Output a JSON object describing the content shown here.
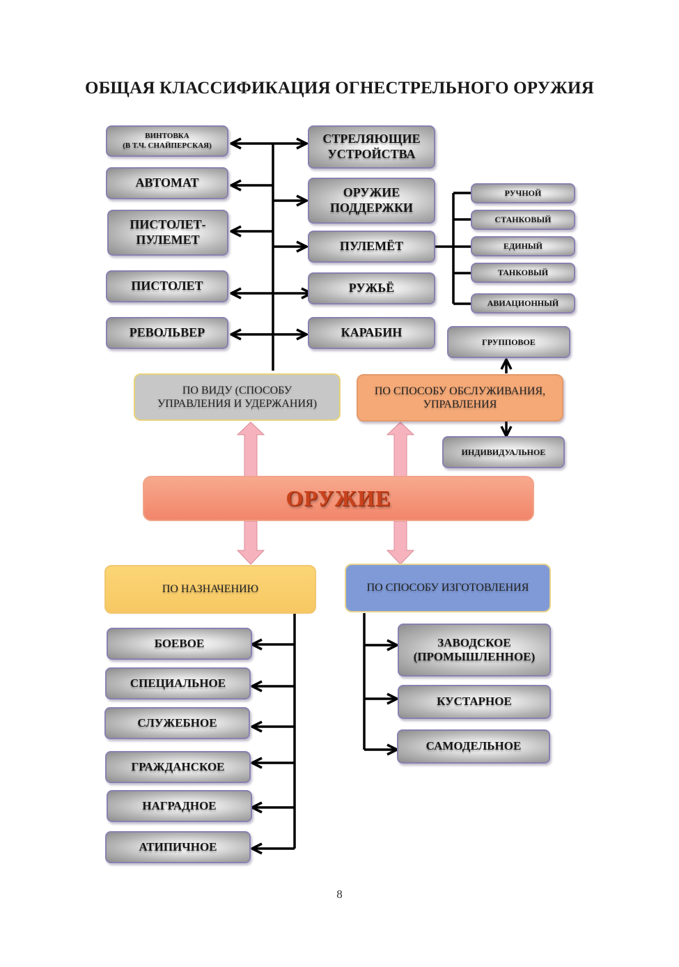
{
  "title": "ОБЩАЯ КЛАССИФИКАЦИЯ ОГНЕСТРЕЛЬНОГО ОРУЖИЯ",
  "center": "ОРУЖИЕ",
  "page_number": "8",
  "colors": {
    "center": "#F2856A",
    "by_view": "#C7C7C7",
    "by_service": "#F5A977",
    "by_purpose": "#F7C863",
    "by_make": "#7F9AD7",
    "pink_arrow": "#F6B3BE",
    "leaf_border": "#8A80B0"
  },
  "categories": {
    "by_view": {
      "label": "ПО ВИДУ (СПОСОБУ УПРАВЛЕНИЯ И УДЕРЖАНИЯ)",
      "line1": "ПО ВИДУ (СПОСОБУ",
      "line2": "УПРАВЛЕНИЯ И УДЕРЖАНИЯ)",
      "left_items": [
        {
          "line1": "ВИНТОВКА",
          "line2": "(В Т.Ч. СНАЙПЕРСКАЯ)"
        },
        {
          "line1": "АВТОМАТ"
        },
        {
          "line1": "ПИСТОЛЕТ-",
          "line2": "ПУЛЕМЕТ"
        },
        {
          "line1": "ПИСТОЛЕТ"
        },
        {
          "line1": "РЕВОЛЬВЕР"
        }
      ],
      "right_items": [
        {
          "line1": "СТРЕЛЯЮЩИЕ",
          "line2": "УСТРОЙСТВА"
        },
        {
          "line1": "ОРУЖИЕ",
          "line2": "ПОДДЕРЖКИ"
        },
        {
          "line1": "ПУЛЕМЁТ"
        },
        {
          "line1": "РУЖЬЁ"
        },
        {
          "line1": "КАРАБИН"
        }
      ],
      "machine_gun_types": [
        "РУЧНОЙ",
        "СТАНКОВЫЙ",
        "ЕДИНЫЙ",
        "ТАНКОВЫЙ",
        "АВИАЦИОННЫЙ"
      ]
    },
    "by_service": {
      "line1": "ПО СПОСОБУ ОБСЛУЖИВАНИЯ,",
      "line2": "УПРАВЛЕНИЯ",
      "items": [
        "ГРУППОВОЕ",
        "ИНДИВИДУАЛЬНОЕ"
      ]
    },
    "by_purpose": {
      "label": "ПО НАЗНАЧЕНИЮ",
      "items": [
        "БОЕВОЕ",
        "СПЕЦИАЛЬНОЕ",
        "СЛУЖЕБНОЕ",
        "ГРАЖДАНСКОЕ",
        "НАГРАДНОЕ",
        "АТИПИЧНОЕ"
      ]
    },
    "by_make": {
      "label": "ПО СПОСОБУ ИЗГОТОВЛЕНИЯ",
      "items": [
        {
          "line1": "ЗАВОДСКОЕ",
          "line2": "(ПРОМЫШЛЕННОЕ)"
        },
        {
          "line1": "КУСТАРНОЕ"
        },
        {
          "line1": "САМОДЕЛЬНОЕ"
        }
      ]
    }
  }
}
